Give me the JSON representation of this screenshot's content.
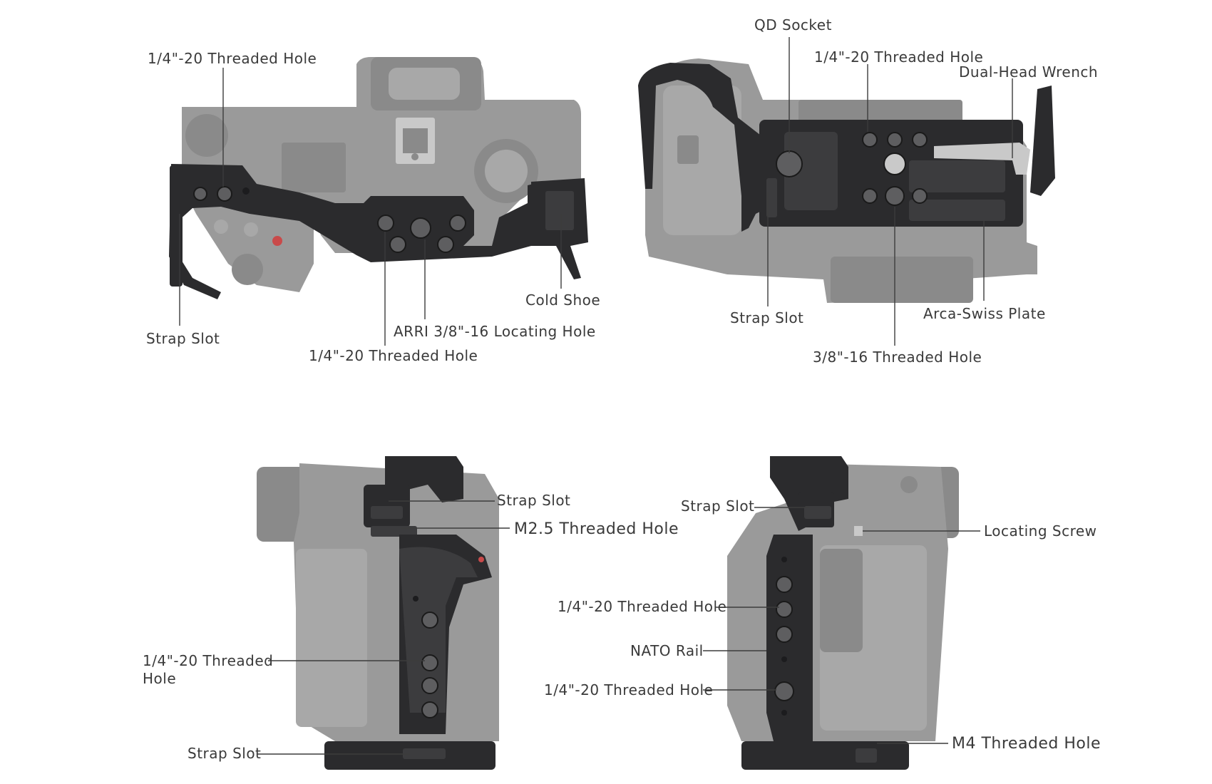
{
  "diagram": {
    "accent_colors": {
      "cage": "#2b2b2d",
      "camera": "#9a9a9a",
      "text": "#3a3a3a"
    },
    "views": [
      {
        "id": "top",
        "labels": [
          {
            "key": "threaded_hole_a",
            "text": "1/4\"-20 Threaded Hole"
          },
          {
            "key": "strap_slot",
            "text": "Strap Slot"
          },
          {
            "key": "threaded_hole_b",
            "text": "1/4\"-20 Threaded Hole"
          },
          {
            "key": "arri_hole",
            "text": "ARRI 3/8\"-16 Locating Hole"
          },
          {
            "key": "cold_shoe",
            "text": "Cold Shoe"
          }
        ]
      },
      {
        "id": "bottom",
        "labels": [
          {
            "key": "qd_socket",
            "text": "QD Socket"
          },
          {
            "key": "threaded_hole",
            "text": "1/4\"-20 Threaded Hole"
          },
          {
            "key": "wrench",
            "text": "Dual-Head Wrench"
          },
          {
            "key": "strap_slot",
            "text": "Strap Slot"
          },
          {
            "key": "arca_plate",
            "text": "Arca-Swiss Plate"
          },
          {
            "key": "threaded_38",
            "text": "3/8\"-16 Threaded Hole"
          }
        ]
      },
      {
        "id": "left",
        "labels": [
          {
            "key": "strap_slot_top",
            "text": "Strap Slot"
          },
          {
            "key": "m25_hole",
            "text": "M2.5 Threaded Hole"
          },
          {
            "key": "threaded_line1",
            "text": "1/4\"-20 Threaded"
          },
          {
            "key": "threaded_line2",
            "text": "Hole"
          },
          {
            "key": "strap_slot_bottom",
            "text": "Strap Slot"
          }
        ]
      },
      {
        "id": "right",
        "labels": [
          {
            "key": "strap_slot",
            "text": "Strap Slot"
          },
          {
            "key": "locating_screw",
            "text": "Locating Screw"
          },
          {
            "key": "threaded_hole_a",
            "text": "1/4\"-20 Threaded Hole"
          },
          {
            "key": "nato_rail",
            "text": "NATO Rail"
          },
          {
            "key": "threaded_hole_b",
            "text": "1/4\"-20 Threaded Hole"
          },
          {
            "key": "m4_hole",
            "text": "M4 Threaded Hole"
          }
        ]
      }
    ],
    "icons": [
      "camera-top-view-illustration",
      "camera-bottom-view-illustration",
      "camera-left-side-illustration",
      "camera-right-side-illustration"
    ]
  }
}
